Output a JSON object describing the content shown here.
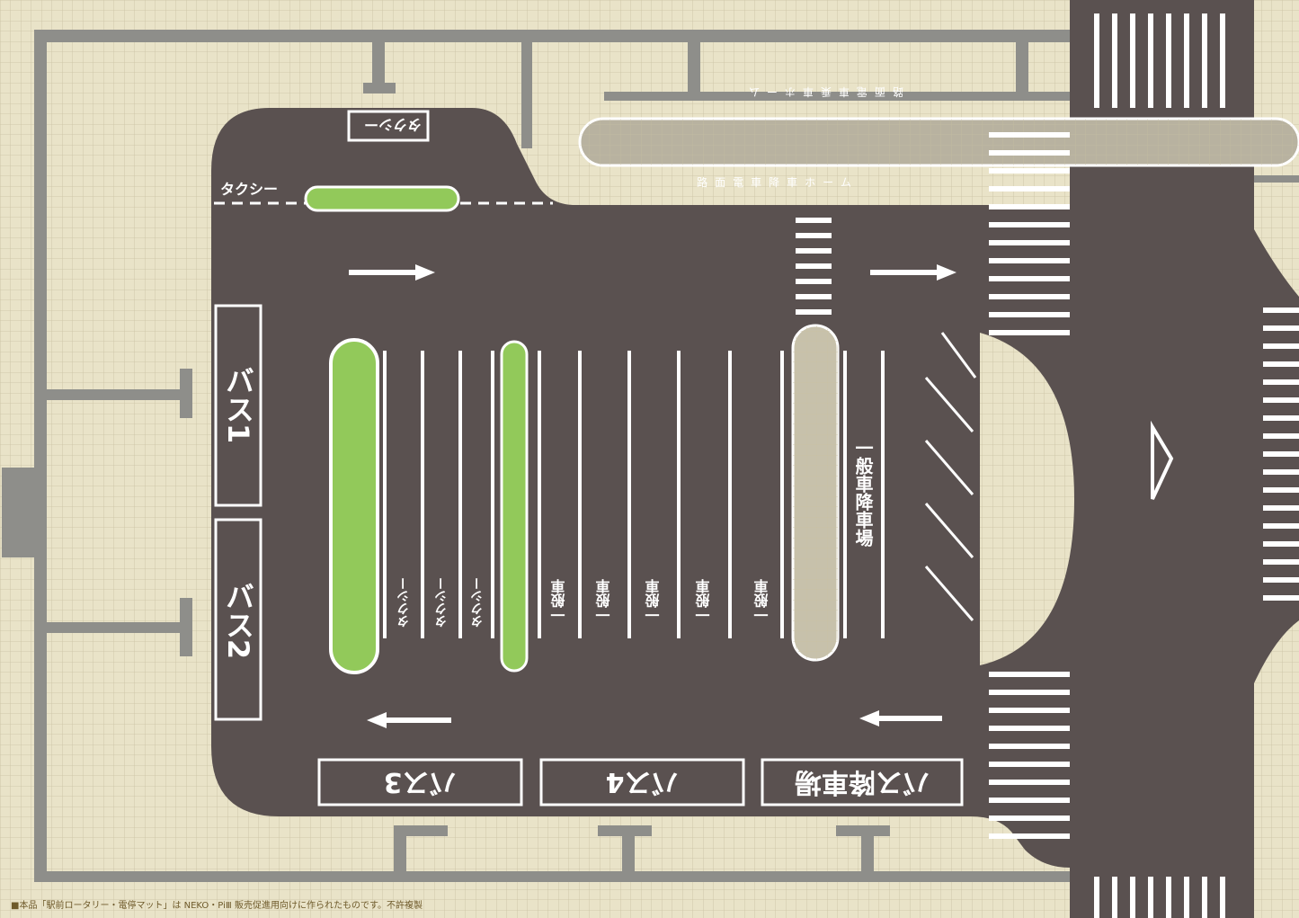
{
  "colors": {
    "paving": "#e9e3c8",
    "paving_grid": "#c9c1a3",
    "wall": "#8e8e8a",
    "asphalt": "#5a5150",
    "road_marking": "#ffffff",
    "planter": "#92c95a",
    "footer_text": "#6e5a2a"
  },
  "labels": {
    "taxi_stand": "タクシー",
    "taxi_box": "タクシー",
    "bus1": "バス1",
    "bus2": "バス2",
    "bus3": "バス3",
    "bus4": "バス4",
    "bus_dropoff": "バス降車場",
    "general_dropoff": "一般車降車場",
    "platform_top": "路面電車乗車ホーム",
    "platform_bottom": "路面電車降車ホーム",
    "parking_taxi": "タクシー",
    "parking_general": "一般車"
  },
  "footer": "■本品「駅前ロータリー・電停マット」は NEKO・PiⅢ 販売促進用向けに作られたものです。不許複製",
  "icons": [
    "arrow-right-icon",
    "arrow-left-icon",
    "yield-triangle-icon"
  ]
}
